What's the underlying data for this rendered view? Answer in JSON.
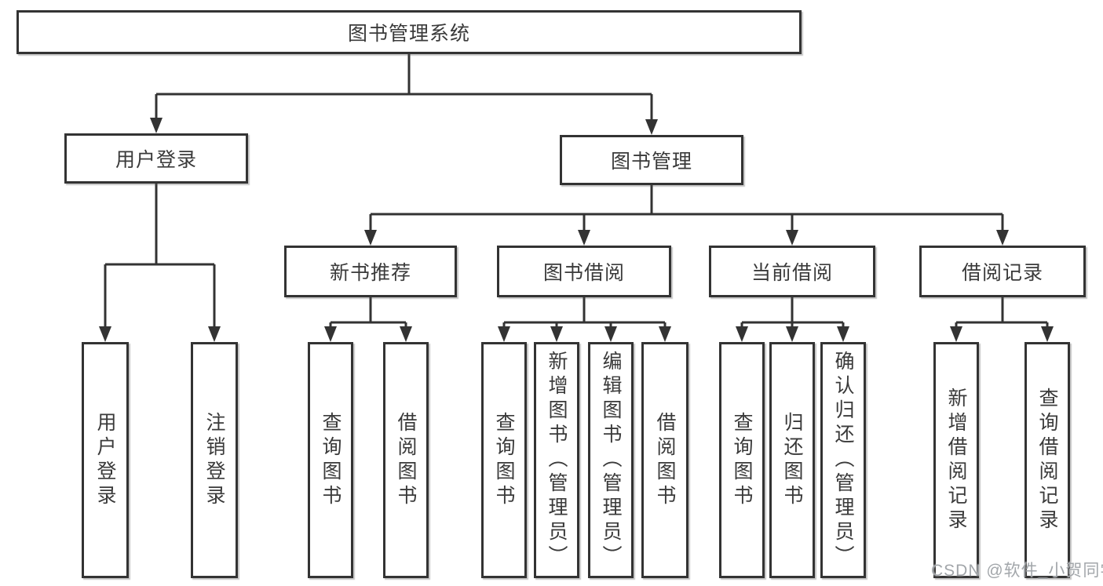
{
  "tree": {
    "label": "图书管理系统",
    "children": [
      {
        "label": "用户登录",
        "children": [
          {
            "label": "用户登录"
          },
          {
            "label": "注销登录"
          }
        ]
      },
      {
        "label": "图书管理",
        "children": [
          {
            "label": "新书推荐",
            "children": [
              {
                "label": "查询图书"
              },
              {
                "label": "借阅图书"
              }
            ]
          },
          {
            "label": "图书借阅",
            "children": [
              {
                "label": "查询图书"
              },
              {
                "label": "新增图书（管理员）"
              },
              {
                "label": "编辑图书（管理员）"
              },
              {
                "label": "借阅图书"
              }
            ]
          },
          {
            "label": "当前借阅",
            "children": [
              {
                "label": "查询图书"
              },
              {
                "label": "归还图书"
              },
              {
                "label": "确认归还（管理员）"
              }
            ]
          },
          {
            "label": "借阅记录",
            "children": [
              {
                "label": "新增借阅记录"
              },
              {
                "label": "查询借阅记录"
              }
            ]
          }
        ]
      }
    ]
  },
  "watermark": {
    "text": "CSDN @软件_小贺同学"
  },
  "colors": {
    "line": "#333333",
    "text": "#3a3a3a",
    "watermark": "#a2a6aa",
    "background": "#ffffff"
  }
}
